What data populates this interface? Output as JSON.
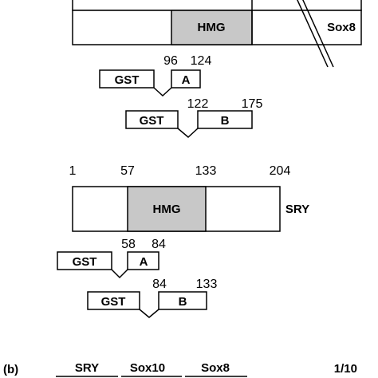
{
  "sox8": {
    "domain_label": "HMG",
    "protein_label": "Sox8",
    "fragment_a": {
      "tag": "GST",
      "name": "A",
      "start": "96",
      "end": "124"
    },
    "fragment_b": {
      "tag": "GST",
      "name": "B",
      "start": "122",
      "end": "175"
    }
  },
  "sry": {
    "pos_start": "1",
    "pos_hmg_start": "57",
    "pos_hmg_end": "133",
    "pos_end": "204",
    "domain_label": "HMG",
    "protein_label": "SRY",
    "fragment_a": {
      "tag": "GST",
      "name": "A",
      "start": "58",
      "end": "84"
    },
    "fragment_b": {
      "tag": "GST",
      "name": "B",
      "start": "84",
      "end": "133"
    }
  },
  "panel_b": {
    "label": "(b)",
    "columns": [
      "SRY",
      "Sox10",
      "Sox8"
    ],
    "ratio": "1/10"
  },
  "colors": {
    "hmg_fill": "#c8c8c8",
    "stroke": "#000000"
  }
}
